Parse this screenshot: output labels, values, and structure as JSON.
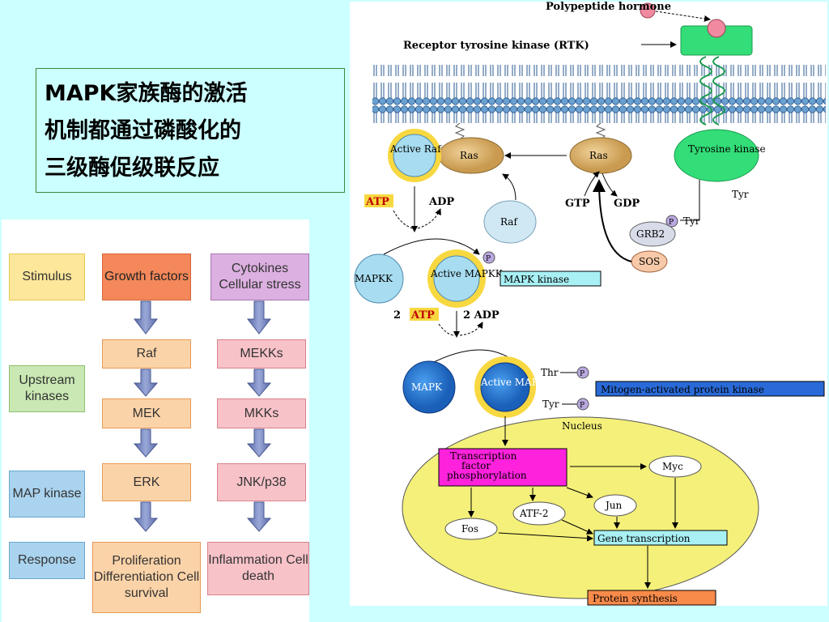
{
  "title_lines": [
    "MAPK家族酶的激活",
    "机制都通过磷酸化的",
    "三级酶促级联反应"
  ],
  "left_diagram": {
    "side_labels": {
      "stimulus": "Stimulus",
      "upstream": "Upstream kinases",
      "map": "MAP kinase",
      "response": "Response"
    },
    "col1": {
      "stimulus": "Growth factors",
      "k1": "Raf",
      "k2": "MEK",
      "map": "ERK",
      "response": "Proliferation Differentiation Cell survival"
    },
    "col2": {
      "stimulus": "Cytokines Cellular stress",
      "k1": "MEKKs",
      "k2": "MKKs",
      "map": "JNK/p38",
      "response": "Inflammation Cell death"
    }
  },
  "right_diagram": {
    "polypeptide": "Polypeptide hormone",
    "rtk": "Receptor tyrosine kinase (RTK)",
    "tyrosine_kinase": "Tyrosine kinase",
    "tyr": "Tyr",
    "p": "P",
    "grb2": "GRB2",
    "sos": "SOS",
    "ras": "Ras",
    "gtp": "GTP",
    "gdp": "GDP",
    "active_raf": "Active Raf",
    "raf": "Raf",
    "atp": "ATP",
    "adp": "ADP",
    "mapkk": "MAPKK",
    "active_mapkk": "Active MAPKK",
    "mapk_kinase": "MAPK kinase",
    "two": "2",
    "two_adp": "2 ADP",
    "mapk": "MAPK",
    "active_mapk": "Active MAPK",
    "thr": "Thr",
    "mitogen": "Mitogen-activated protein kinase",
    "nucleus": "Nucleus",
    "tf": "Transcription factor phosphorylation",
    "myc": "Myc",
    "jun": "Jun",
    "atf2": "ATF-2",
    "fos": "Fos",
    "gene": "Gene transcription",
    "protein": "Protein synthesis"
  }
}
